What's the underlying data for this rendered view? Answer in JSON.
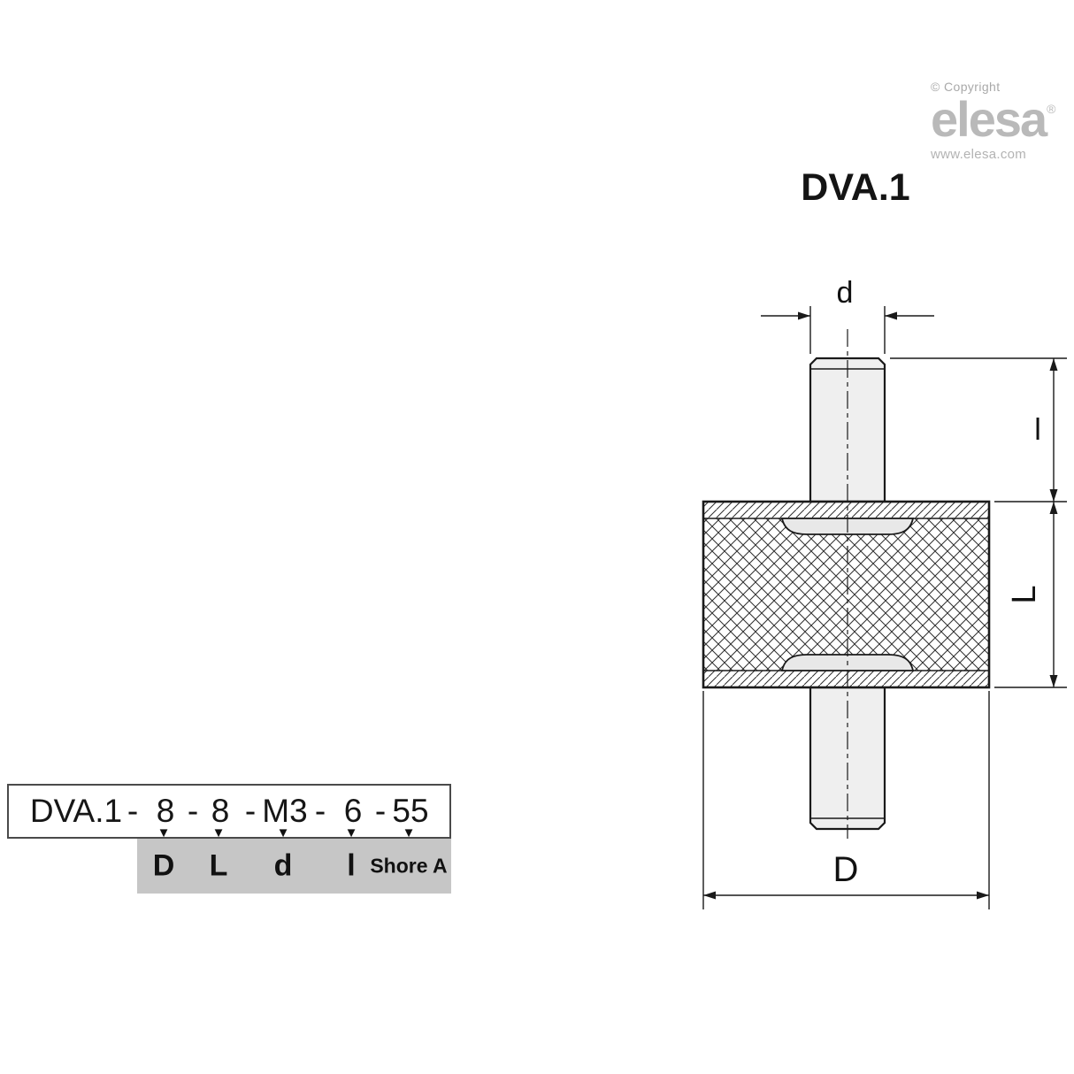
{
  "branding": {
    "copyright_label": "© Copyright",
    "logo_text": "elesa",
    "registered_mark": "®",
    "website": "www.elesa.com"
  },
  "title": "DVA.1",
  "drawing": {
    "dim_thread_diameter": "d",
    "dim_thread_length": "l",
    "dim_body_height": "L",
    "dim_body_diameter": "D"
  },
  "order_code": {
    "prefix": "DVA.1",
    "separator": "-",
    "pointer_glyph": "▼",
    "values": [
      "8",
      "8",
      "M3",
      "6",
      "55"
    ],
    "labels": [
      "D",
      "L",
      "d",
      "l",
      "Shore A"
    ]
  }
}
